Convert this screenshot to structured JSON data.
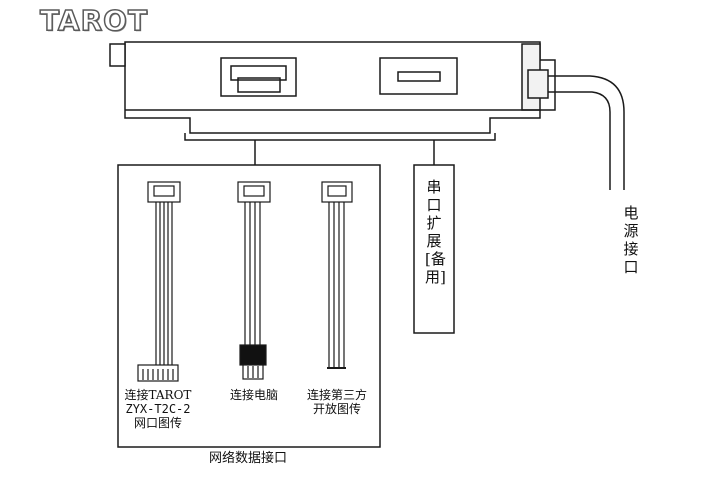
{
  "logo": "TAROT",
  "serial_port_label": "串口扩展[备用]",
  "power_port_label": "电源接口",
  "network_port_label": "网络数据接口",
  "cables": [
    {
      "label_lines": [
        "连接TAROT",
        "ZYX-T2C-2",
        "网口图传"
      ]
    },
    {
      "label_lines": [
        "连接电脑"
      ]
    },
    {
      "label_lines": [
        "连接第三方",
        "开放图传"
      ]
    }
  ],
  "colors": {
    "line": "#1a1a1a",
    "device_shade": "#f2f2f2"
  }
}
